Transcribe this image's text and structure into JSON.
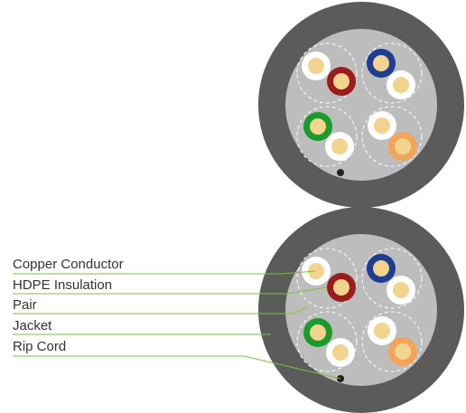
{
  "labels": {
    "copper_conductor": "Copper Conductor",
    "hdpe_insulation": "HDPE Insulation",
    "pair": "Pair",
    "jacket": "Jacket",
    "rip_cord": "Rip Cord"
  },
  "colors": {
    "jacket_outer": "#5b5b5b",
    "jacket_inner": "#bdbdbd",
    "copper": "#f3d48e",
    "insulation_white": "#ffffff",
    "pair_brown": "#9b1c1c",
    "pair_blue": "#1f3d91",
    "pair_green": "#1a9b2c",
    "pair_orange": "#f2a45a",
    "leader_line": "#7fbf3f",
    "rip_cord": "#222222"
  }
}
